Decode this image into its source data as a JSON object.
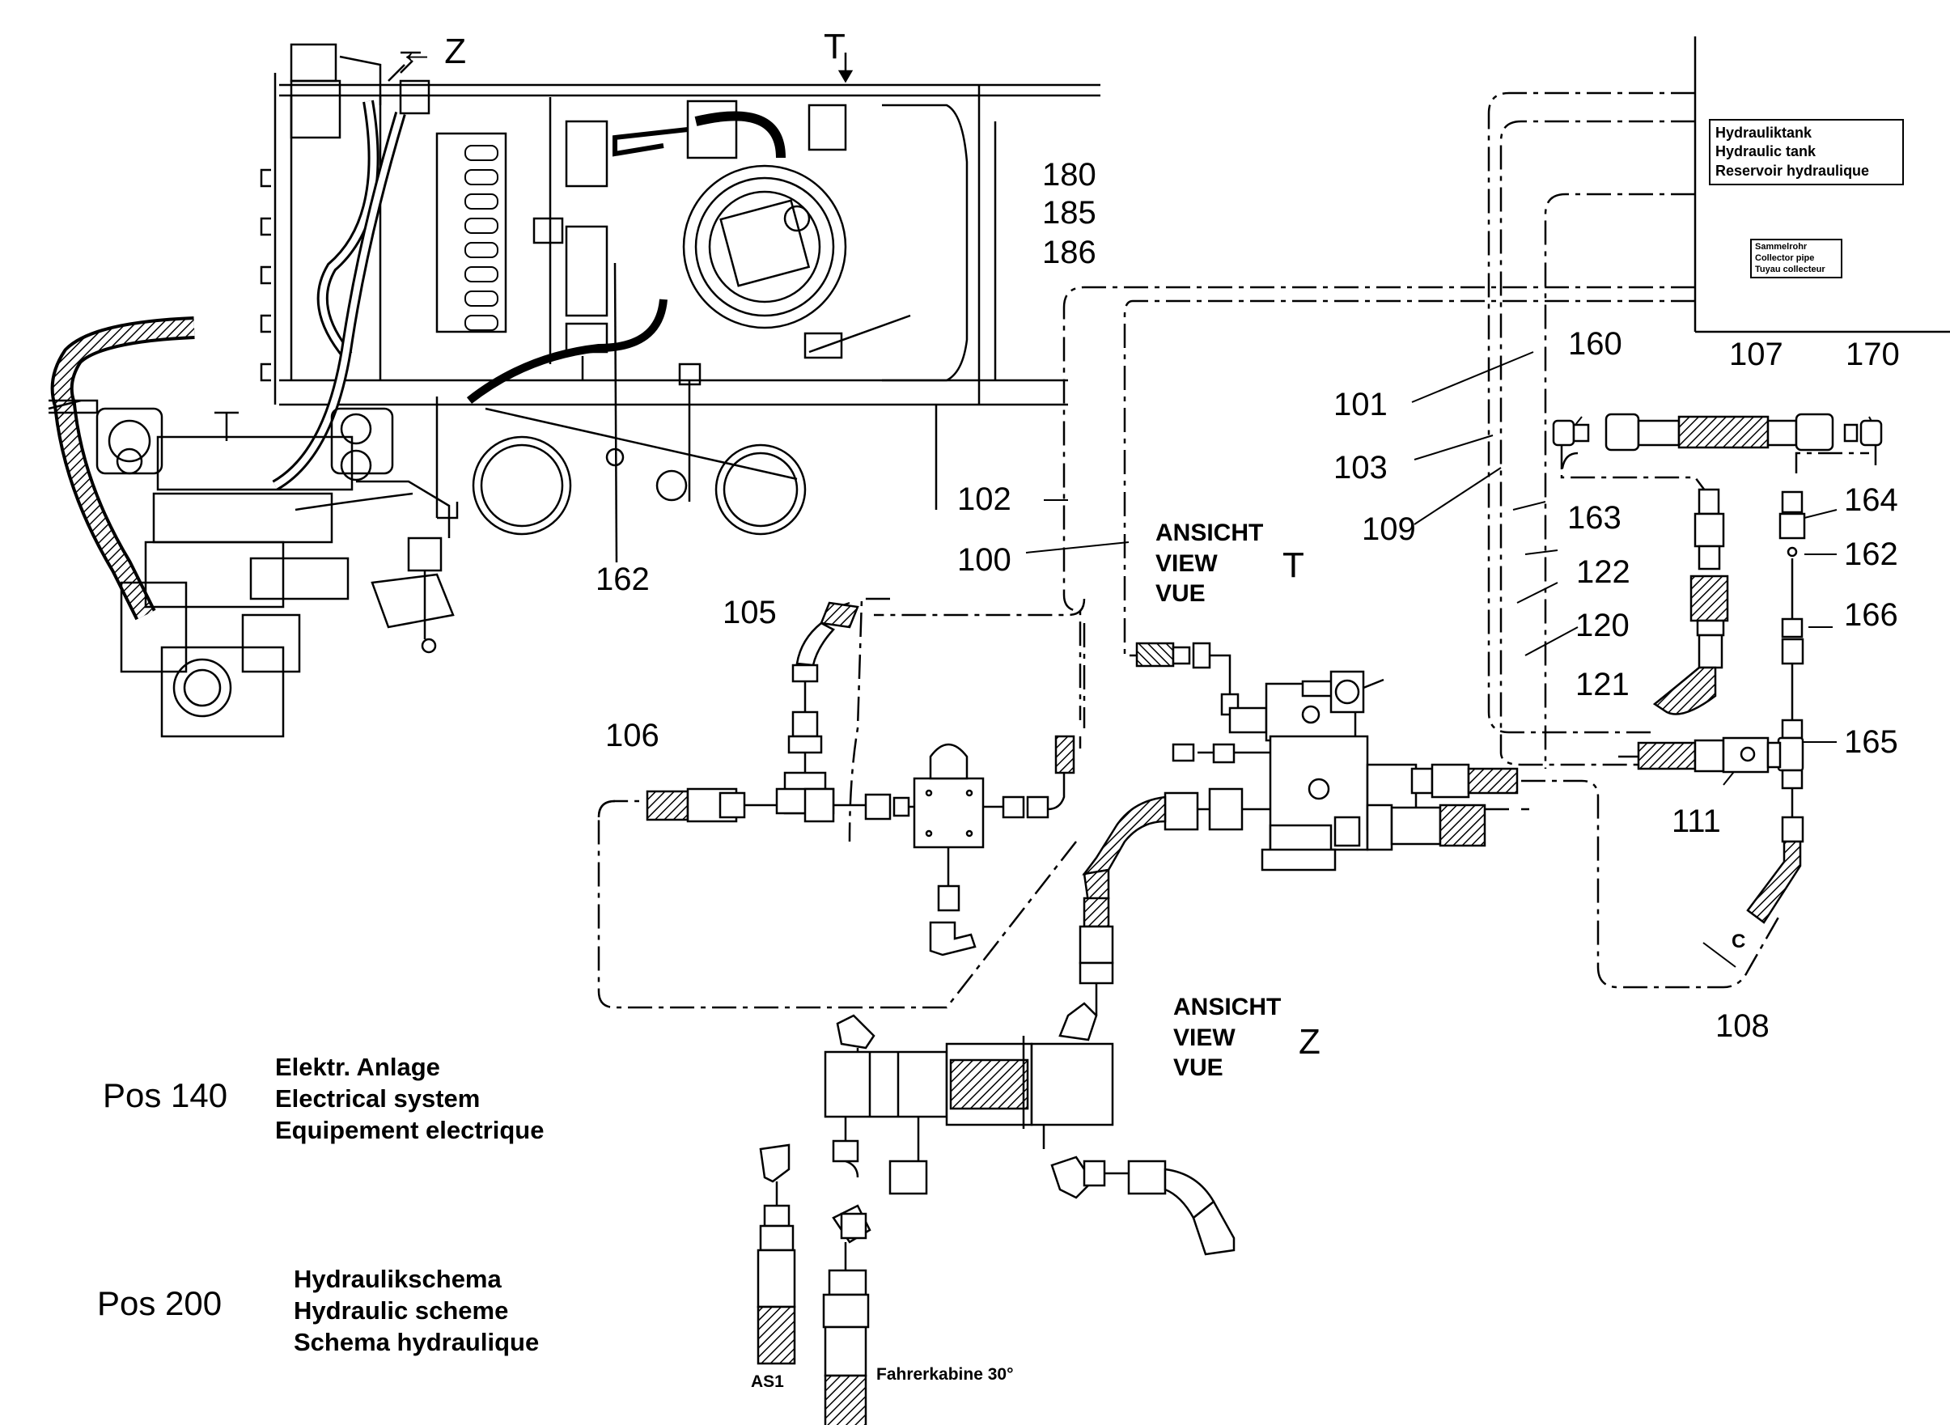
{
  "view_labels": {
    "z_arrow": "← Z",
    "t_letter": "T",
    "ansicht_t": [
      "ANSICHT",
      "VIEW",
      "VUE"
    ],
    "ansicht_t_letter": "T",
    "ansicht_z": [
      "ANSICHT",
      "VIEW",
      "VUE"
    ],
    "ansicht_z_letter": "Z"
  },
  "tank": {
    "lines": [
      "Hydrauliktank",
      "Hydraulic tank",
      "Reservoir hydraulique"
    ]
  },
  "collector": {
    "lines": [
      "Sammelrohr",
      "Collector pipe",
      "Tuyau collecteur"
    ]
  },
  "part_numbers": {
    "p180": "180",
    "p185": "185",
    "p186": "186",
    "p162a": "162",
    "p162b": "162",
    "p160": "160",
    "p107": "107",
    "p170": "170",
    "p101": "101",
    "p103": "103",
    "p109": "109",
    "p102": "102",
    "p100": "100",
    "p163": "163",
    "p164": "164",
    "p122": "122",
    "p120": "120",
    "p166": "166",
    "p121": "121",
    "p165": "165",
    "p111": "111",
    "p108": "108",
    "p105": "105",
    "p106": "106"
  },
  "marks": {
    "c": "C",
    "as1": "AS1",
    "fahrerkabine": "Fahrerkabine 30°"
  },
  "positions": [
    {
      "label": "Pos  140",
      "lines": [
        "Elektr. Anlage",
        "Electrical system",
        "Equipement electrique"
      ]
    },
    {
      "label": "Pos   200",
      "lines": [
        "Hydraulikschema",
        "Hydraulic scheme",
        "Schema hydraulique"
      ]
    }
  ]
}
